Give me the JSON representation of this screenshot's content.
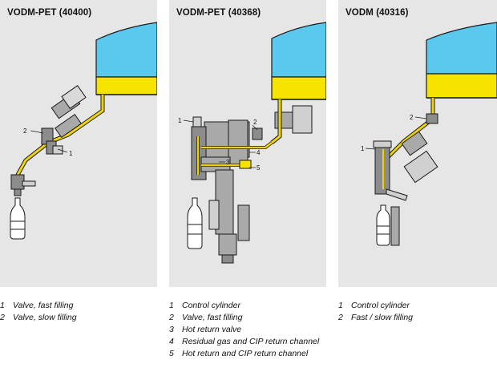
{
  "panels": [
    {
      "title": "VODM-PET (40400)",
      "callouts": [
        "1",
        "2"
      ],
      "legend": [
        {
          "num": "1",
          "text": "Valve, fast filling"
        },
        {
          "num": "2",
          "text": "Valve, slow filling"
        }
      ]
    },
    {
      "title": "VODM-PET (40368)",
      "callouts": [
        "1",
        "2",
        "3",
        "4",
        "5"
      ],
      "legend": [
        {
          "num": "1",
          "text": "Control cylinder"
        },
        {
          "num": "2",
          "text": "Valve, fast filling"
        },
        {
          "num": "3",
          "text": "Hot return valve"
        },
        {
          "num": "4",
          "text": "Residual gas and CIP return channel"
        },
        {
          "num": "5",
          "text": "Hot return and CIP return channel"
        }
      ]
    },
    {
      "title": "VODM (40316)",
      "callouts": [
        "1",
        "2"
      ],
      "legend": [
        {
          "num": "1",
          "text": "Control cylinder"
        },
        {
          "num": "2",
          "text": "Fast / slow filling"
        }
      ]
    }
  ],
  "colors": {
    "panel_bg": "#e6e6e6",
    "tank_liquid": "#5bc8ee",
    "tank_product": "#f7e300",
    "pipe": "#f0d400",
    "machine_gray": "#a9a9a9",
    "outline": "#1a1a1a"
  }
}
